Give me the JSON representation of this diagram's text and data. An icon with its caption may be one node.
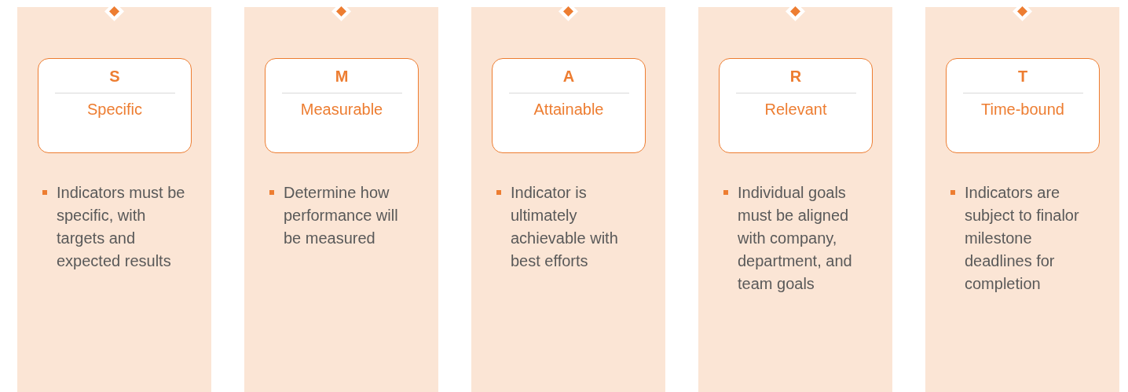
{
  "diagram": {
    "nodes": [
      {
        "text": [
          "Indicators must be specific, with targets and expected results"
        ]
      },
      {
        "text": [
          "S",
          "Specific"
        ],
        "in": 0
      },
      {
        "text": [
          "Determine how performance will be measured"
        ]
      },
      {
        "text": [
          "M",
          "Measurable"
        ],
        "in": 2
      },
      {
        "text": [
          "Indicator is ultimately achievable with best efforts"
        ]
      },
      {
        "text": [
          "A",
          "Attainable"
        ],
        "in": 4
      },
      {
        "text": [
          "Individual goals must be aligned with company, department, and team goals"
        ]
      },
      {
        "text": [
          "R",
          "Relevant"
        ],
        "in": 6
      },
      {
        "text": [
          "Indicators are subject to finalor milestone deadlines for completion"
        ]
      },
      {
        "text": [
          "T",
          "Time-bound"
        ],
        "in": 8
      }
    ]
  }
}
